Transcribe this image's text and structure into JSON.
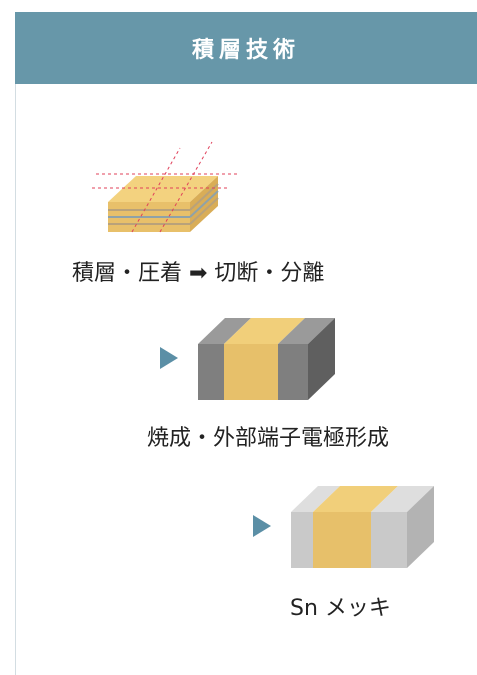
{
  "header": {
    "title": "積層技術"
  },
  "steps": [
    {
      "label": "積層・圧着 ➡ 切断・分離",
      "icon": "stacked-layers-block"
    },
    {
      "label": "焼成・外部端子電極形成",
      "icon": "fired-chip-with-terminals"
    },
    {
      "label": "Sn メッキ",
      "icon": "plated-chip"
    }
  ],
  "colors": {
    "header_bg": "#6797a9",
    "ceramic_body": "#e7c06a",
    "terminal_dark": "#7f7f7f",
    "terminal_plated": "#c9c9c9",
    "step_arrow": "#5b8fa6",
    "cut_line": "#e0405a"
  }
}
